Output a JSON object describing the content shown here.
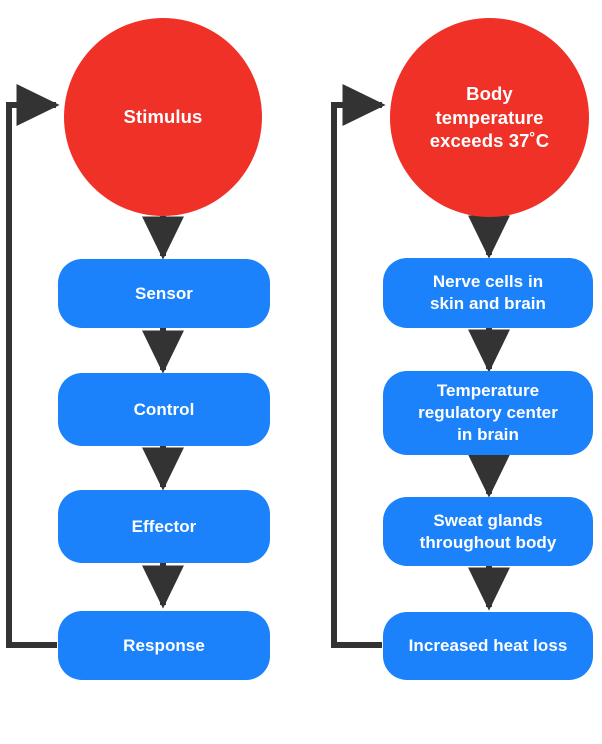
{
  "diagram": {
    "title": "Homeostasis negative feedback loop",
    "colors": {
      "circle_fill": "#ef3127",
      "box_fill": "#1b82fb",
      "arrow": "#333333",
      "label_text": "#ffffff",
      "background": "#ffffff"
    },
    "columns": [
      {
        "name": "generic-feedback-loop",
        "nodes": [
          {
            "id": "stimulus",
            "shape": "circle",
            "label": "Stimulus"
          },
          {
            "id": "sensor",
            "shape": "rounded-rect",
            "label": "Sensor"
          },
          {
            "id": "control",
            "shape": "rounded-rect",
            "label": "Control"
          },
          {
            "id": "effector",
            "shape": "rounded-rect",
            "label": "Effector"
          },
          {
            "id": "response",
            "shape": "rounded-rect",
            "label": "Response"
          }
        ],
        "feedback_arrow": {
          "name": "feedback-loop-arrow",
          "from": "response",
          "to": "stimulus"
        }
      },
      {
        "name": "body-temperature-feedback-loop",
        "nodes": [
          {
            "id": "body-temperature",
            "shape": "circle",
            "label": "Body\ntemperature\nexceeds 37˚C"
          },
          {
            "id": "nerve-cells",
            "shape": "rounded-rect",
            "label": "Nerve cells in\nskin and brain"
          },
          {
            "id": "regulatory-center",
            "shape": "rounded-rect",
            "label": "Temperature\nregulatory center\nin brain"
          },
          {
            "id": "sweat-glands",
            "shape": "rounded-rect",
            "label": "Sweat glands\nthroughout body"
          },
          {
            "id": "heat-loss",
            "shape": "rounded-rect",
            "label": "Increased heat loss"
          }
        ],
        "feedback_arrow": {
          "name": "feedback-loop-arrow",
          "from": "heat-loss",
          "to": "body-temperature"
        }
      }
    ]
  }
}
